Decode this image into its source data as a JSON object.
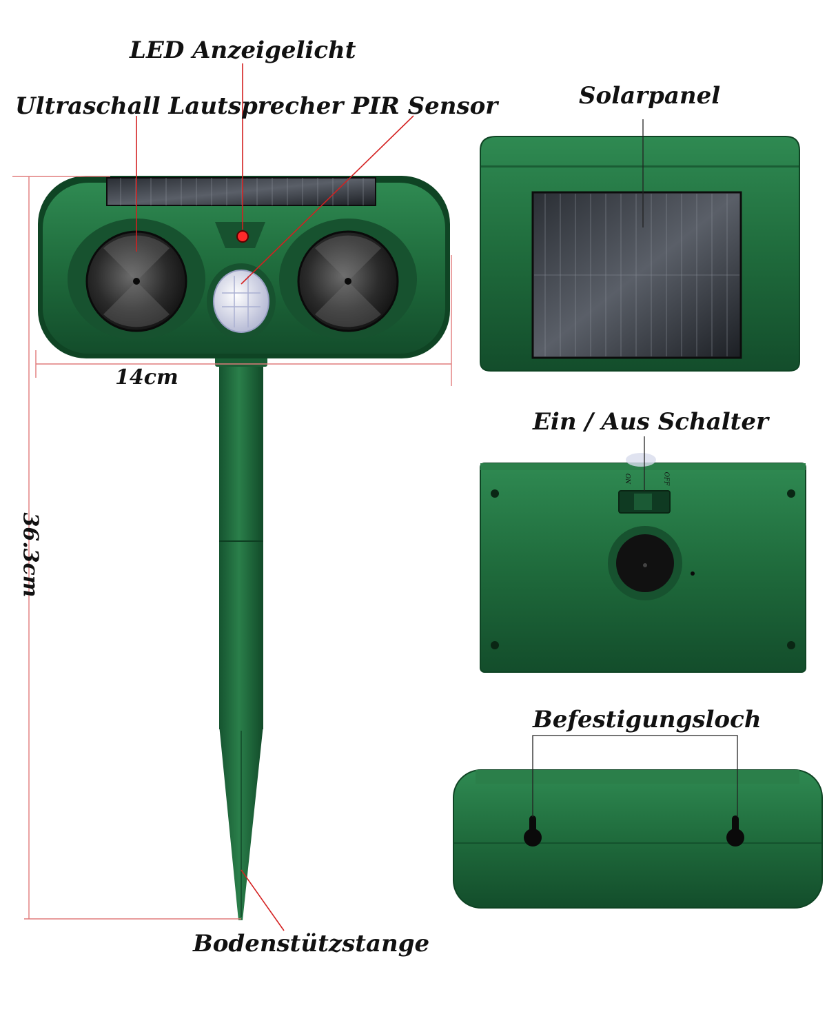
{
  "labels": {
    "led": "LED Anzeigelicht",
    "speaker": "Ultraschall Lautsprecher",
    "pir": "PIR Sensor",
    "solar": "Solarpanel",
    "switch": "Ein / Aus Schalter",
    "mount": "Befestigungsloch",
    "stake": "Bodenstützstange"
  },
  "dimensions": {
    "width": "14cm",
    "height": "36.3cm"
  },
  "switch_marks": {
    "on": "ON",
    "off": "OFF"
  },
  "colors": {
    "device_green": "#1f6b3c",
    "device_dark": "#0f4424",
    "pointer_red": "#d42020",
    "dimension_line": "#e07b7b",
    "text": "#111111"
  }
}
